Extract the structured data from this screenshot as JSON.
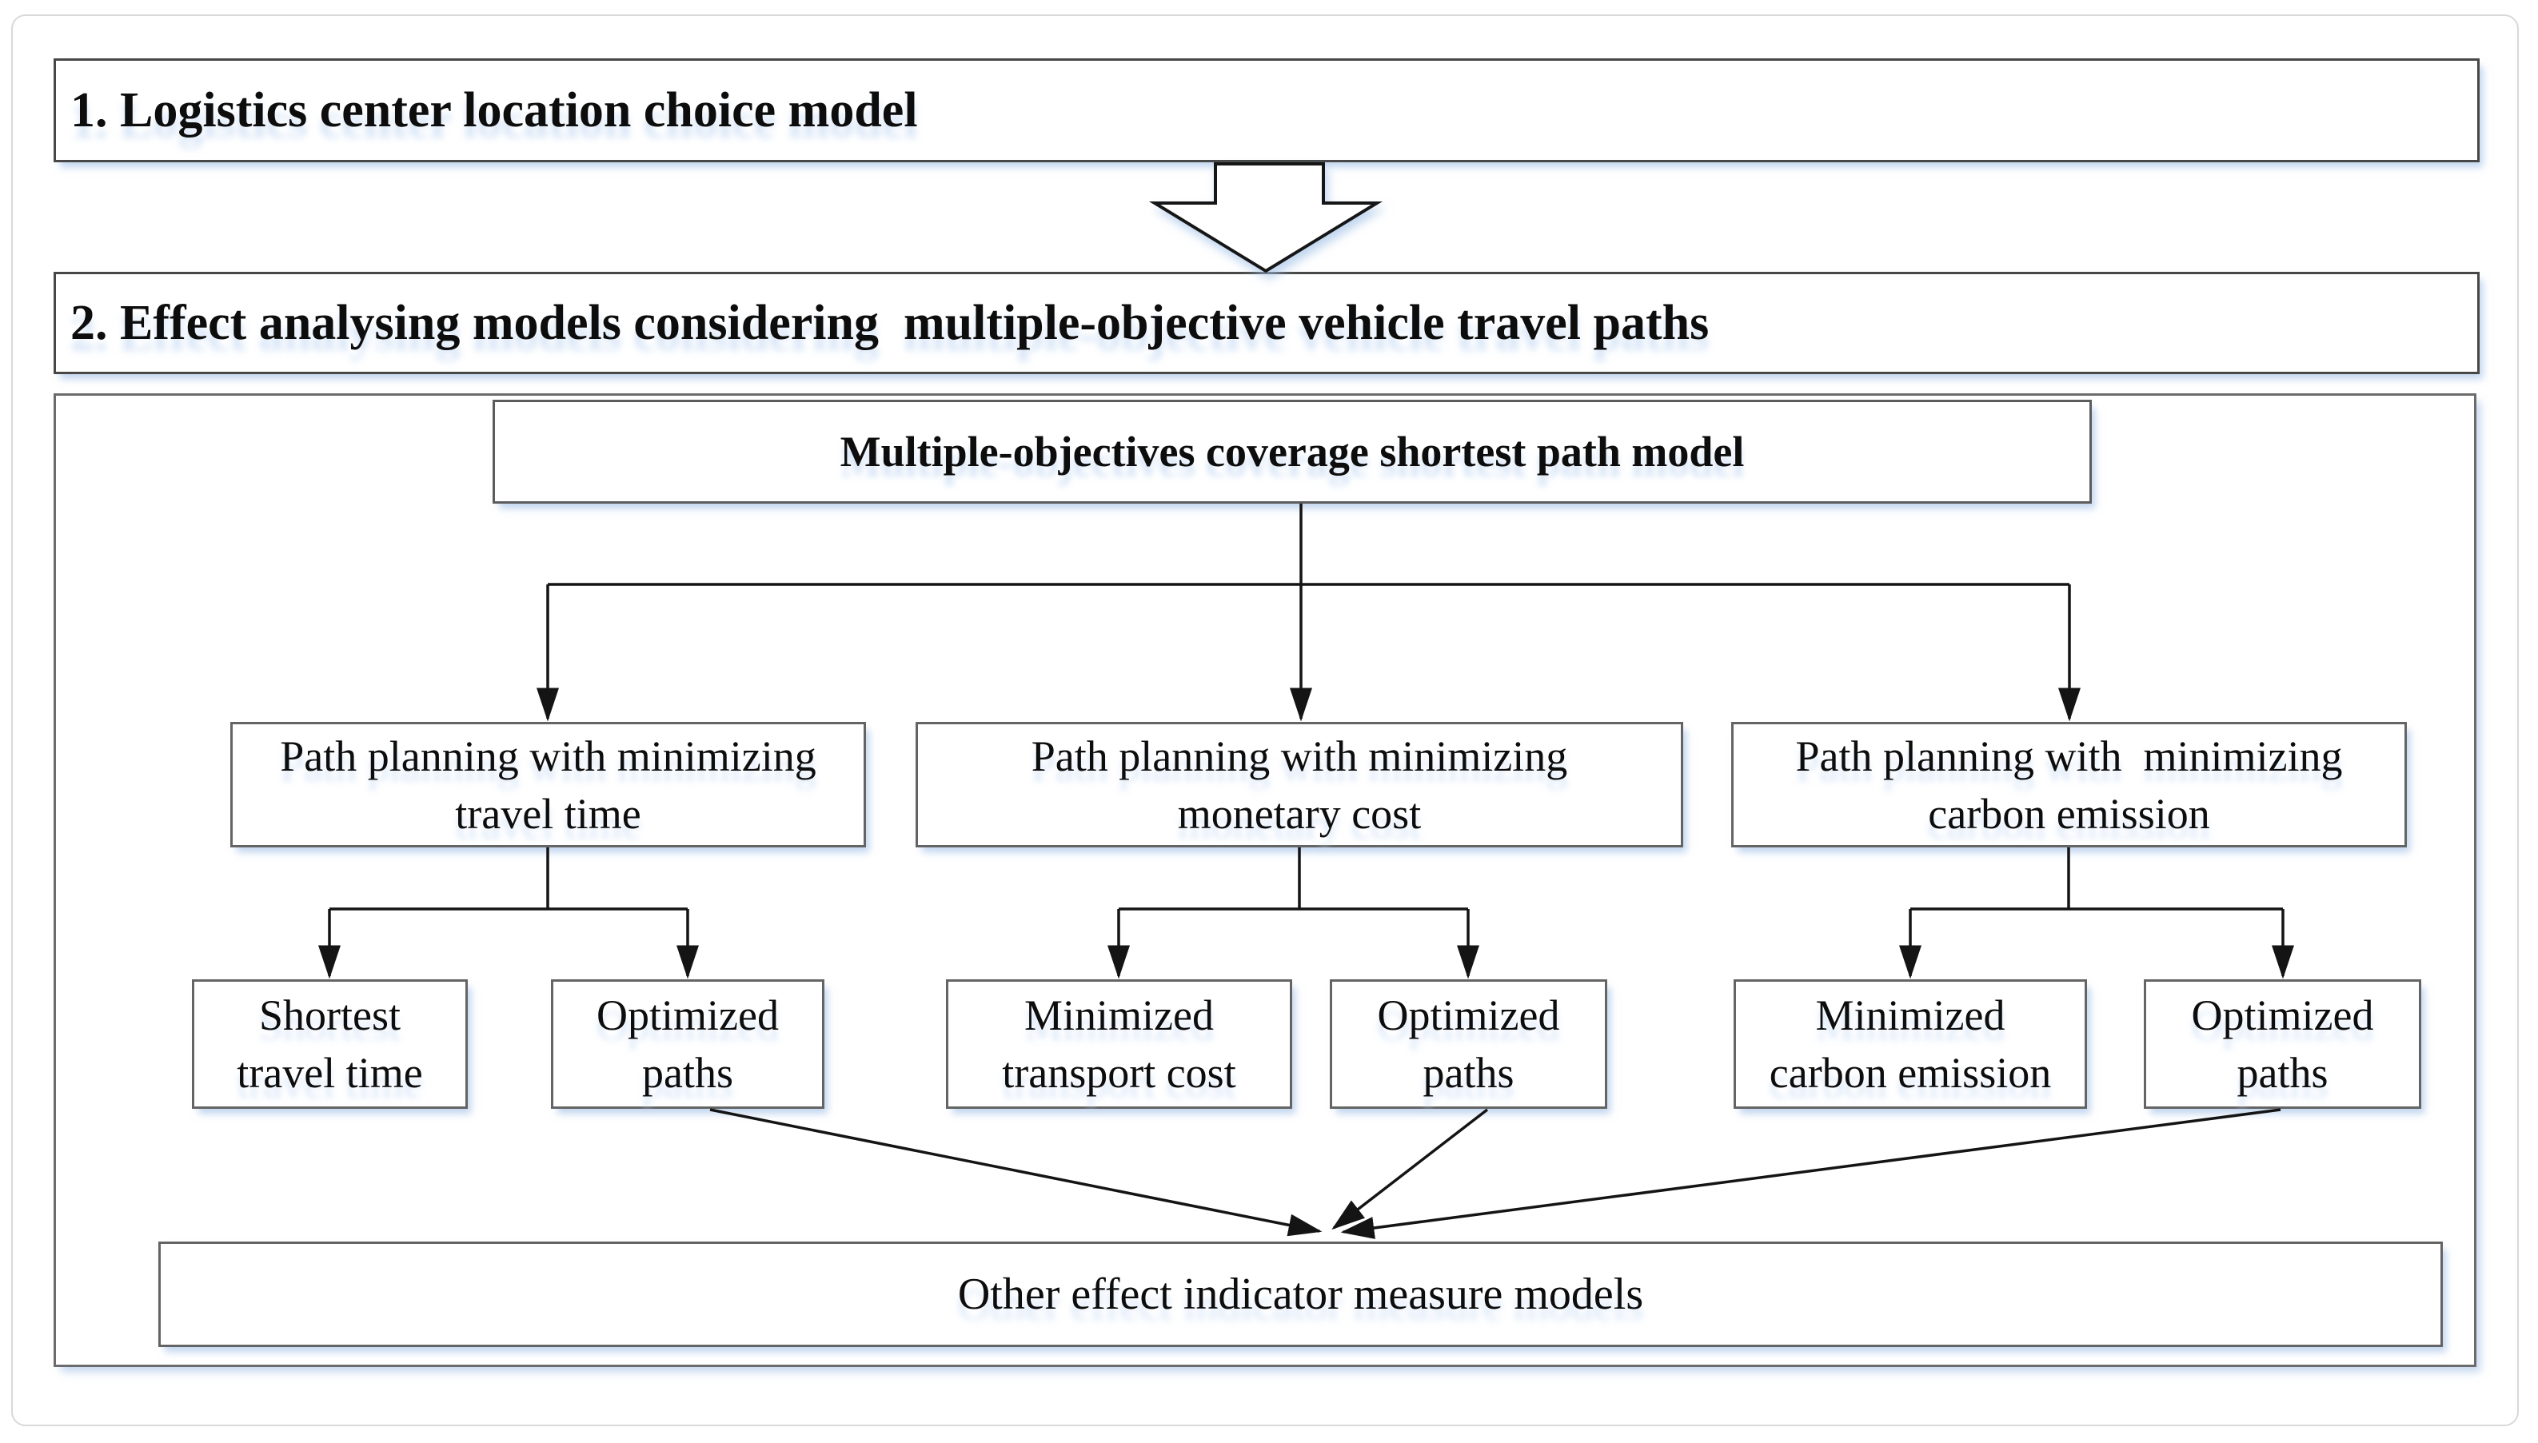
{
  "figure": {
    "step1": {
      "label": "1. Logistics center location choice model"
    },
    "step2": {
      "label": "2. Effect analysing models considering  multiple-objective vehicle travel paths"
    },
    "root_box": {
      "label": "Multiple-objectives coverage shortest path model"
    },
    "branch_boxes": [
      {
        "line1": "Path planning with minimizing",
        "line2": "travel time"
      },
      {
        "line1": "Path planning with minimizing",
        "line2": "monetary cost"
      },
      {
        "line1": "Path planning with  minimizing",
        "line2": "carbon emission"
      }
    ],
    "outcome_boxes": [
      {
        "line1": "Shortest",
        "line2": "travel time"
      },
      {
        "line1": "Optimized",
        "line2": "paths"
      },
      {
        "line1": "Minimized",
        "line2": "transport cost"
      },
      {
        "line1": "Optimized",
        "line2": "paths"
      },
      {
        "line1": "Minimized",
        "line2": "carbon emission"
      },
      {
        "line1": "Optimized",
        "line2": "paths"
      }
    ],
    "sink_box": {
      "label": "Other effect indicator measure models"
    },
    "icons": {
      "flow_arrow": "block-down-arrow"
    },
    "colors": {
      "background": "#ffffff",
      "text": "#0d0d0d",
      "heavy_box_border": "#474747",
      "inner_box_border": "#646464",
      "panel_border": "#6b6b6b",
      "frame_border": "#d9d9d9",
      "connector": "#141414",
      "shadow_blue": "#96b7e2"
    }
  }
}
